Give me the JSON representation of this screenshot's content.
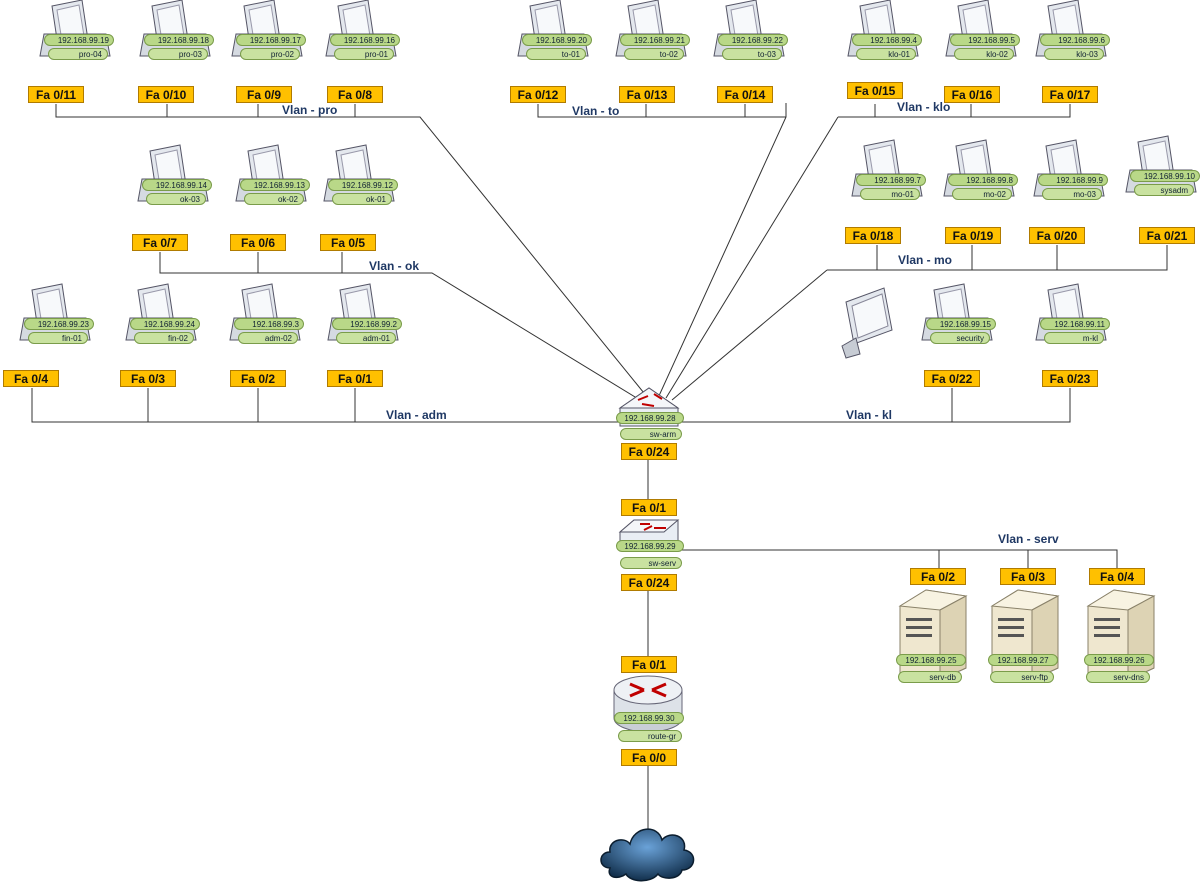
{
  "colors": {
    "port_fill": "#ffc000",
    "label_fill": "#b9d888",
    "vlan_text": "#1f3864",
    "line": "#333333"
  },
  "vlans": {
    "pro": "Vlan - pro",
    "to": "Vlan - to",
    "klo": "Vlan - klo",
    "ok": "Vlan - ok",
    "mo": "Vlan - mo",
    "adm": "Vlan - adm",
    "kl": "Vlan - kl",
    "serv": "Vlan - serv"
  },
  "pcs": [
    {
      "id": "pro-04",
      "ip": "192.168.99.19",
      "name": "pro-04",
      "port": "Fa 0/11"
    },
    {
      "id": "pro-03",
      "ip": "192.168.99.18",
      "name": "pro-03",
      "port": "Fa 0/10"
    },
    {
      "id": "pro-02",
      "ip": "192.168.99.17",
      "name": "pro-02",
      "port": "Fa 0/9"
    },
    {
      "id": "pro-01",
      "ip": "192.168.99.16",
      "name": "pro-01",
      "port": "Fa 0/8"
    },
    {
      "id": "to-01",
      "ip": "192.168.99.20",
      "name": "to-01",
      "port": "Fa 0/12"
    },
    {
      "id": "to-02",
      "ip": "192.168.99.21",
      "name": "to-02",
      "port": "Fa 0/13"
    },
    {
      "id": "to-03",
      "ip": "192.168.99.22",
      "name": "to-03",
      "port": "Fa 0/14"
    },
    {
      "id": "klo-01",
      "ip": "192.168.99.4",
      "name": "klo-01",
      "port": "Fa 0/15"
    },
    {
      "id": "klo-02",
      "ip": "192.168.99.5",
      "name": "klo-02",
      "port": "Fa 0/16"
    },
    {
      "id": "klo-03",
      "ip": "192.168.99.6",
      "name": "klo-03",
      "port": "Fa 0/17"
    },
    {
      "id": "ok-03",
      "ip": "192.168.99.14",
      "name": "ok-03",
      "port": "Fa 0/7"
    },
    {
      "id": "ok-02",
      "ip": "192.168.99.13",
      "name": "ok-02",
      "port": "Fa 0/6"
    },
    {
      "id": "ok-01",
      "ip": "192.168.99.12",
      "name": "ok-01",
      "port": "Fa 0/5"
    },
    {
      "id": "mo-01",
      "ip": "192.168.99.7",
      "name": "mo-01",
      "port": "Fa 0/18"
    },
    {
      "id": "mo-02",
      "ip": "192.168.99.8",
      "name": "mo-02",
      "port": "Fa 0/19"
    },
    {
      "id": "mo-03",
      "ip": "192.168.99.9",
      "name": "mo-03",
      "port": "Fa 0/20"
    },
    {
      "id": "sysadm",
      "ip": "192.168.99.10",
      "name": "sysadm",
      "port": "Fa 0/21"
    },
    {
      "id": "fin-01",
      "ip": "192.168.99.23",
      "name": "fin-01",
      "port": "Fa 0/4"
    },
    {
      "id": "fin-02",
      "ip": "192.168.99.24",
      "name": "fin-02",
      "port": "Fa 0/3"
    },
    {
      "id": "adm-02",
      "ip": "192.168.99.3",
      "name": "adm-02",
      "port": "Fa 0/2"
    },
    {
      "id": "adm-01",
      "ip": "192.168.99.2",
      "name": "adm-01",
      "port": "Fa 0/1"
    },
    {
      "id": "security",
      "ip": "192.168.99.15",
      "name": "security",
      "port": "Fa 0/22"
    },
    {
      "id": "m-kl",
      "ip": "192.168.99.11",
      "name": "m-kl",
      "port": "Fa 0/23"
    }
  ],
  "sw_arm": {
    "ip": "192.168.99.28",
    "name": "sw-arm",
    "port_down": "Fa 0/24"
  },
  "sw_serv": {
    "ip": "192.168.99.29",
    "name": "sw-serv",
    "port_up": "Fa 0/1",
    "port_down": "Fa 0/24"
  },
  "router": {
    "ip": "192.168.99.30",
    "name": "route-gr",
    "port_up": "Fa 0/1",
    "port_down": "Fa 0/0"
  },
  "servers": [
    {
      "id": "serv-db",
      "ip": "192.168.99.25",
      "name": "serv-db",
      "port": "Fa 0/2"
    },
    {
      "id": "serv-ftp",
      "ip": "192.168.99.27",
      "name": "serv-ftp",
      "port": "Fa 0/3"
    },
    {
      "id": "serv-dns",
      "ip": "192.168.99.26",
      "name": "serv-dns",
      "port": "Fa 0/4"
    }
  ],
  "icons": {
    "pc": "monitor-icon",
    "switch": "switch-icon",
    "router": "router-icon",
    "server": "server-icon",
    "cloud": "cloud-icon"
  }
}
